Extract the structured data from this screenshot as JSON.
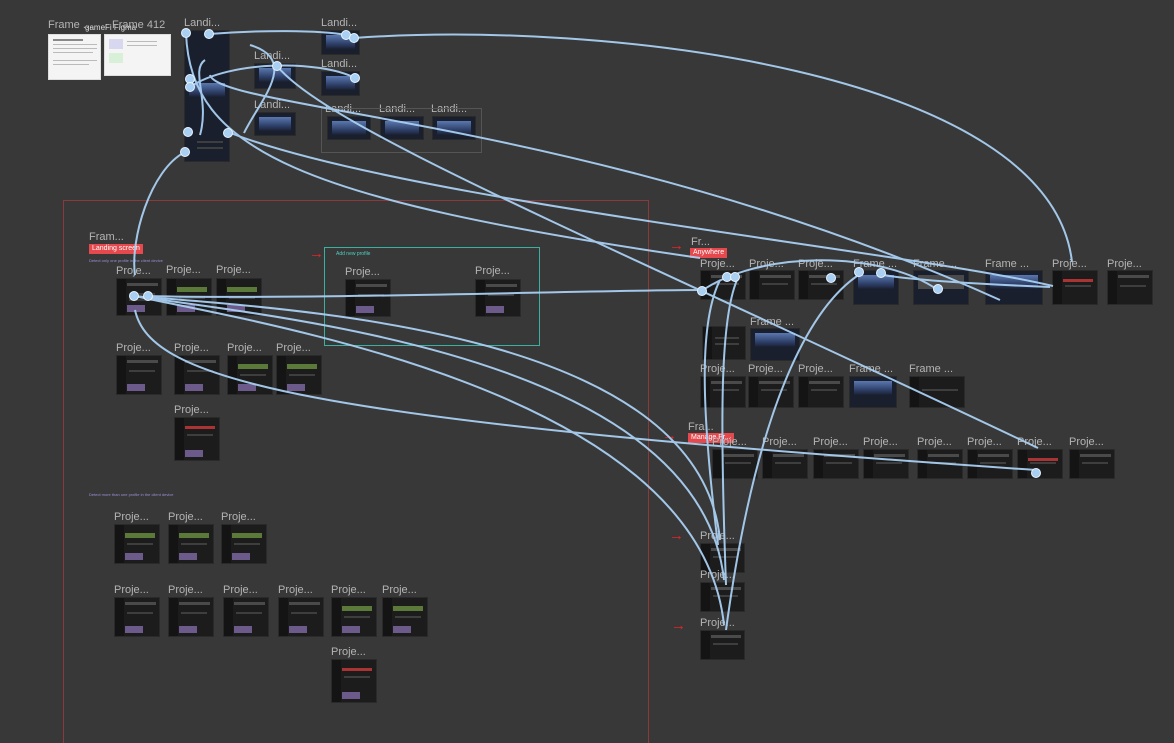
{
  "app": {
    "name": "Figma prototype canvas",
    "background": "#383838"
  },
  "connector_color": "#a9cff2",
  "top_frames": {
    "frame_label": "Frame ...",
    "gamepi_label": "gameFi Figma",
    "frame412_label": "Frame 412",
    "landing_labels": [
      "Landi...",
      "Landi...",
      "Landi...",
      "Landi...",
      "Landi...",
      "Landi...",
      "Landi...",
      "Landi..."
    ]
  },
  "landing_section": {
    "section_label": "Fram...",
    "badge": "Landing screen",
    "note_single": "Detect only one profile in the client device",
    "note_more": "Detect more than one profile in the client device",
    "note_add_profile": "Add new profile",
    "project_label": "Proje..."
  },
  "anywhere_section": {
    "section_label": "Fr...",
    "badge": "Anywhere",
    "project_label": "Proje...",
    "frame_label": "Frame ..."
  },
  "manage_section": {
    "section_label": "Fra...",
    "badge": "Manage Pr...",
    "project_label": "Proje..."
  },
  "arrows": {
    "glyph": "→"
  }
}
